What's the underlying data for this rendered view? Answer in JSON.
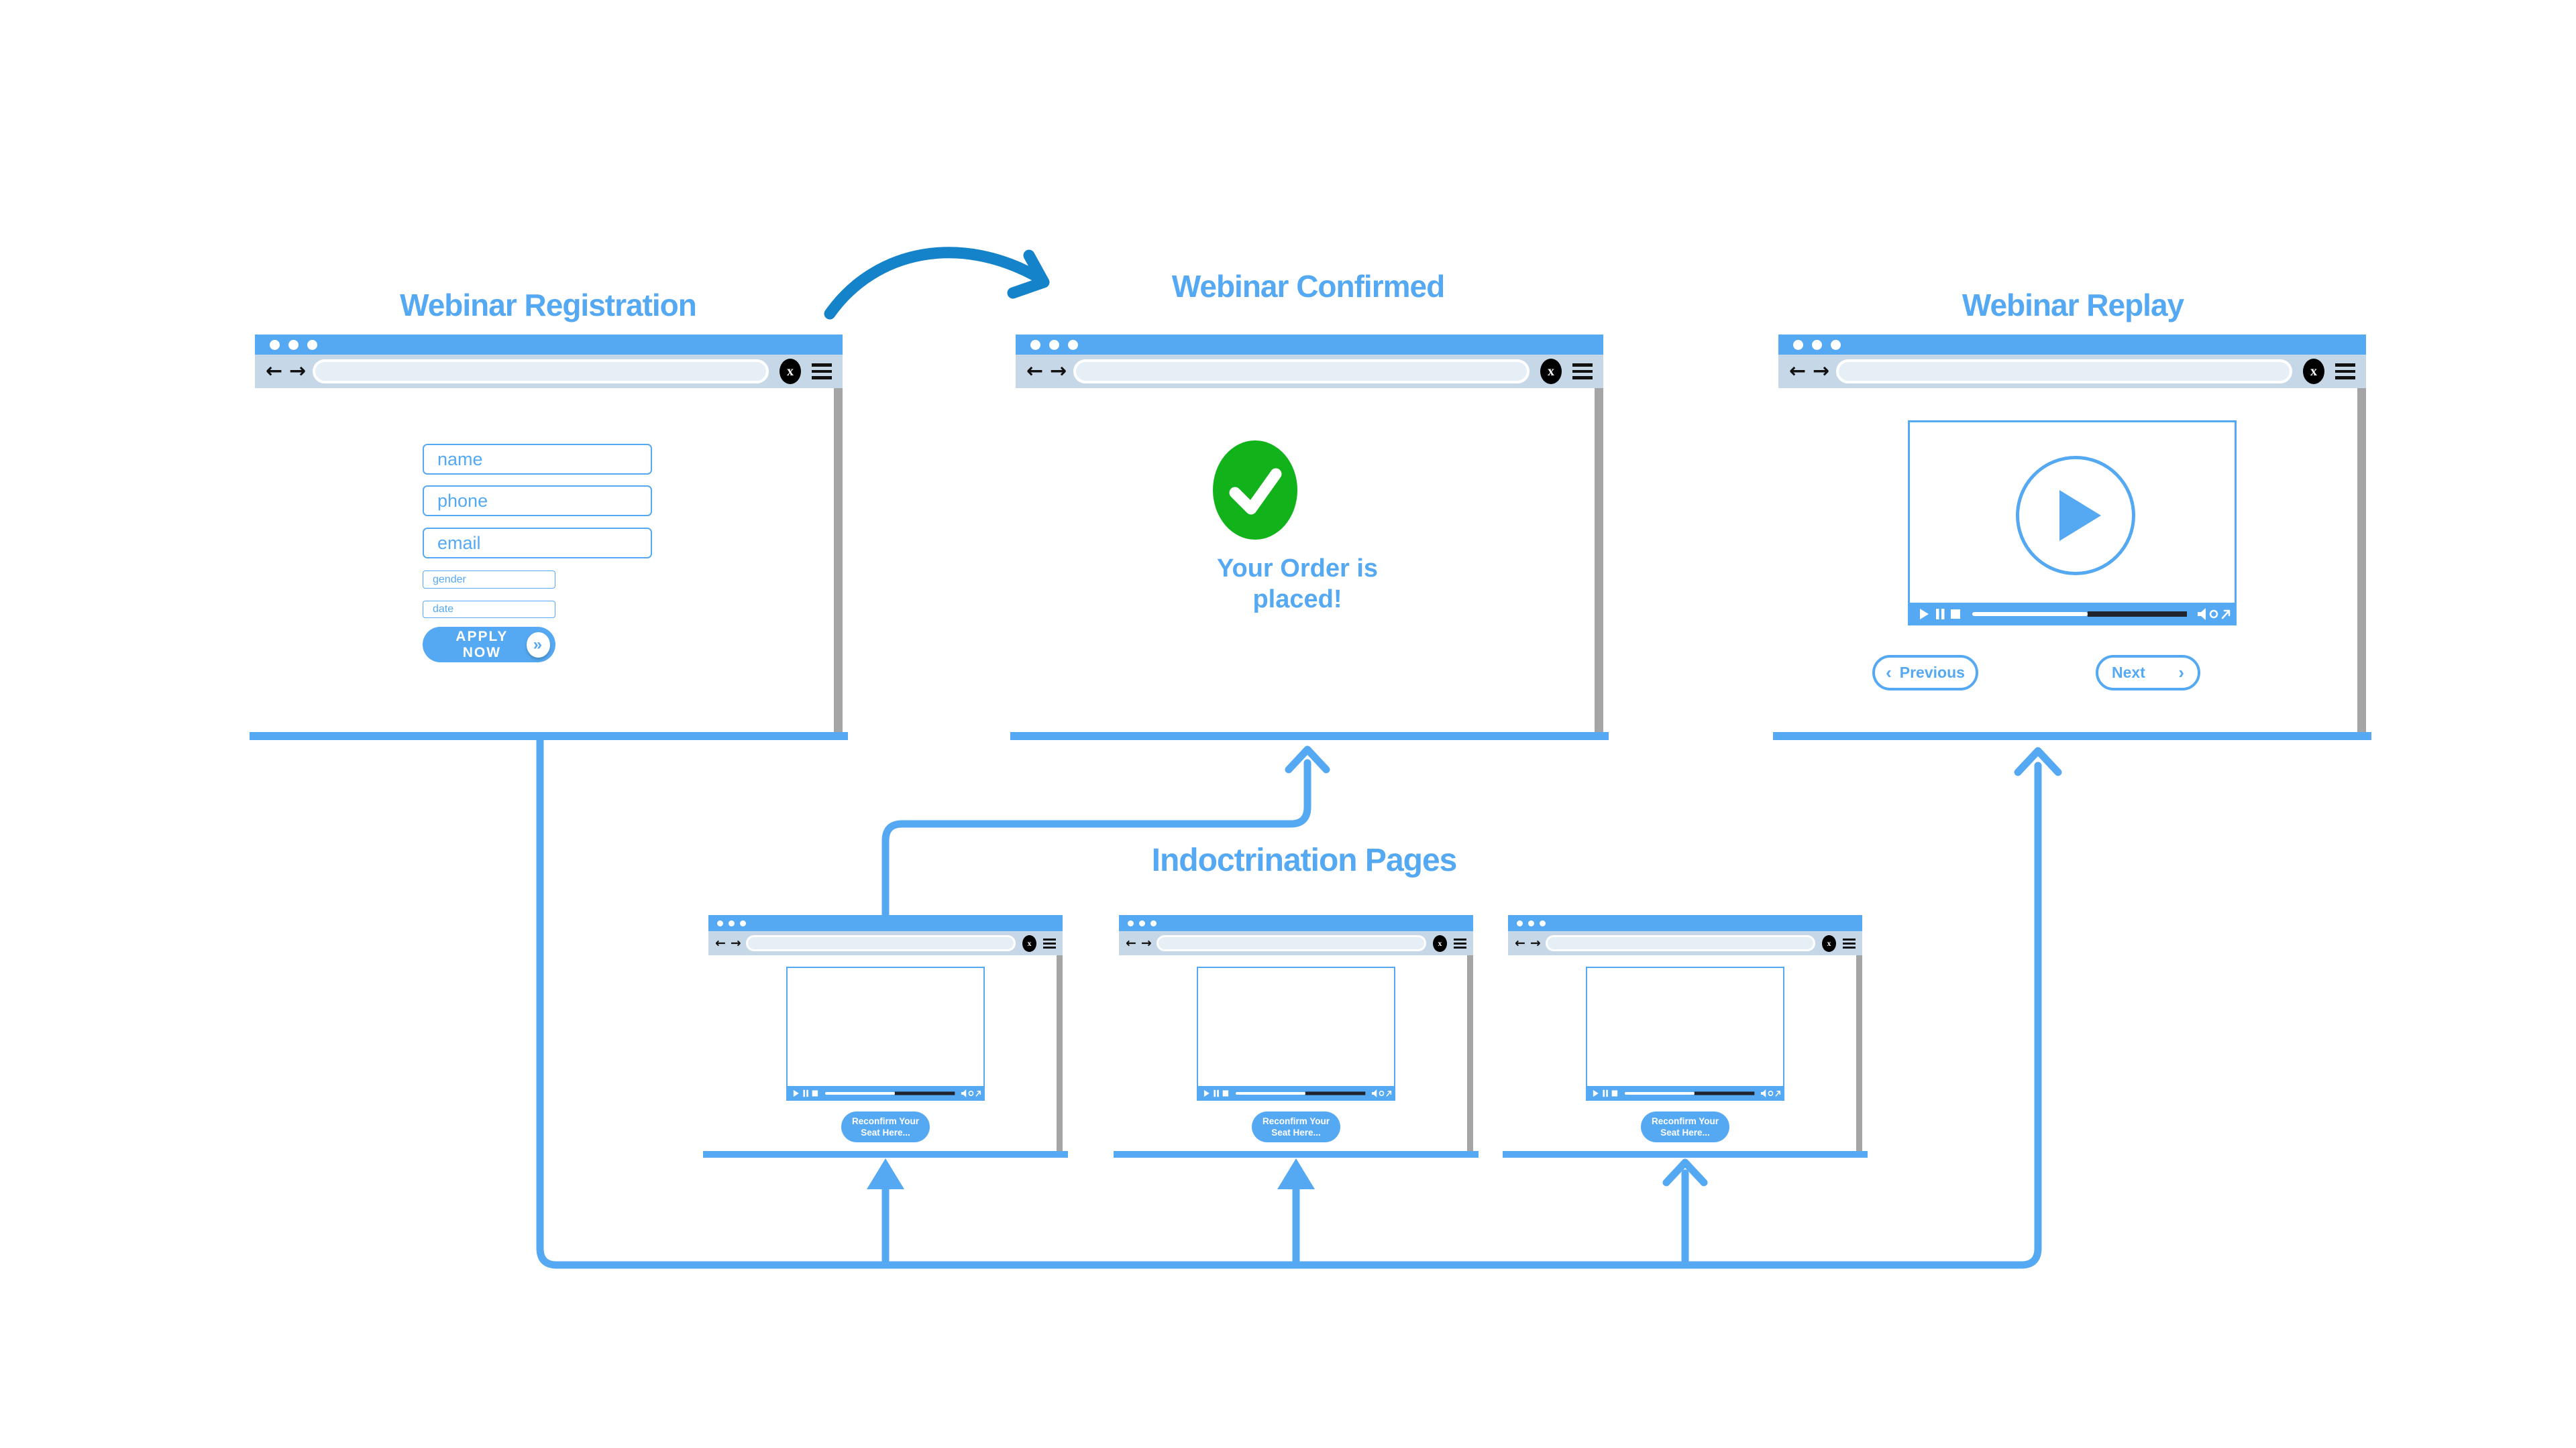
{
  "colors": {
    "accent_blue": "#55a9f2",
    "flow_arrow_dark": "#1583c9",
    "success_green": "#12b31a",
    "chrome_row_blue": "#c6d8e8",
    "progress_dark": "#20242c",
    "scrollbar_gray": "#a5a5a5"
  },
  "headings": {
    "registration": "Webinar Registration",
    "confirmed": "Webinar Confirmed",
    "replay": "Webinar Replay",
    "indoctrination": "Indoctrination Pages"
  },
  "browser_chrome": {
    "back_glyph": "←",
    "forward_glyph": "→",
    "close_glyph": "x"
  },
  "registration": {
    "fields": [
      {
        "placeholder": "name"
      },
      {
        "placeholder": "phone"
      },
      {
        "placeholder": "email"
      },
      {
        "placeholder": "gender"
      },
      {
        "placeholder": "date"
      }
    ],
    "apply_label": "APPLY NOW",
    "apply_chevron": "»"
  },
  "confirmed": {
    "message_line1": "Your Order is",
    "message_line2": "placed!"
  },
  "replay": {
    "previous_label": "Previous",
    "previous_chevron": "‹",
    "next_label": "Next",
    "next_chevron": "›"
  },
  "indoctrination": {
    "reconfirm_line1": "Reconfirm Your",
    "reconfirm_line2": "Seat Here..."
  }
}
